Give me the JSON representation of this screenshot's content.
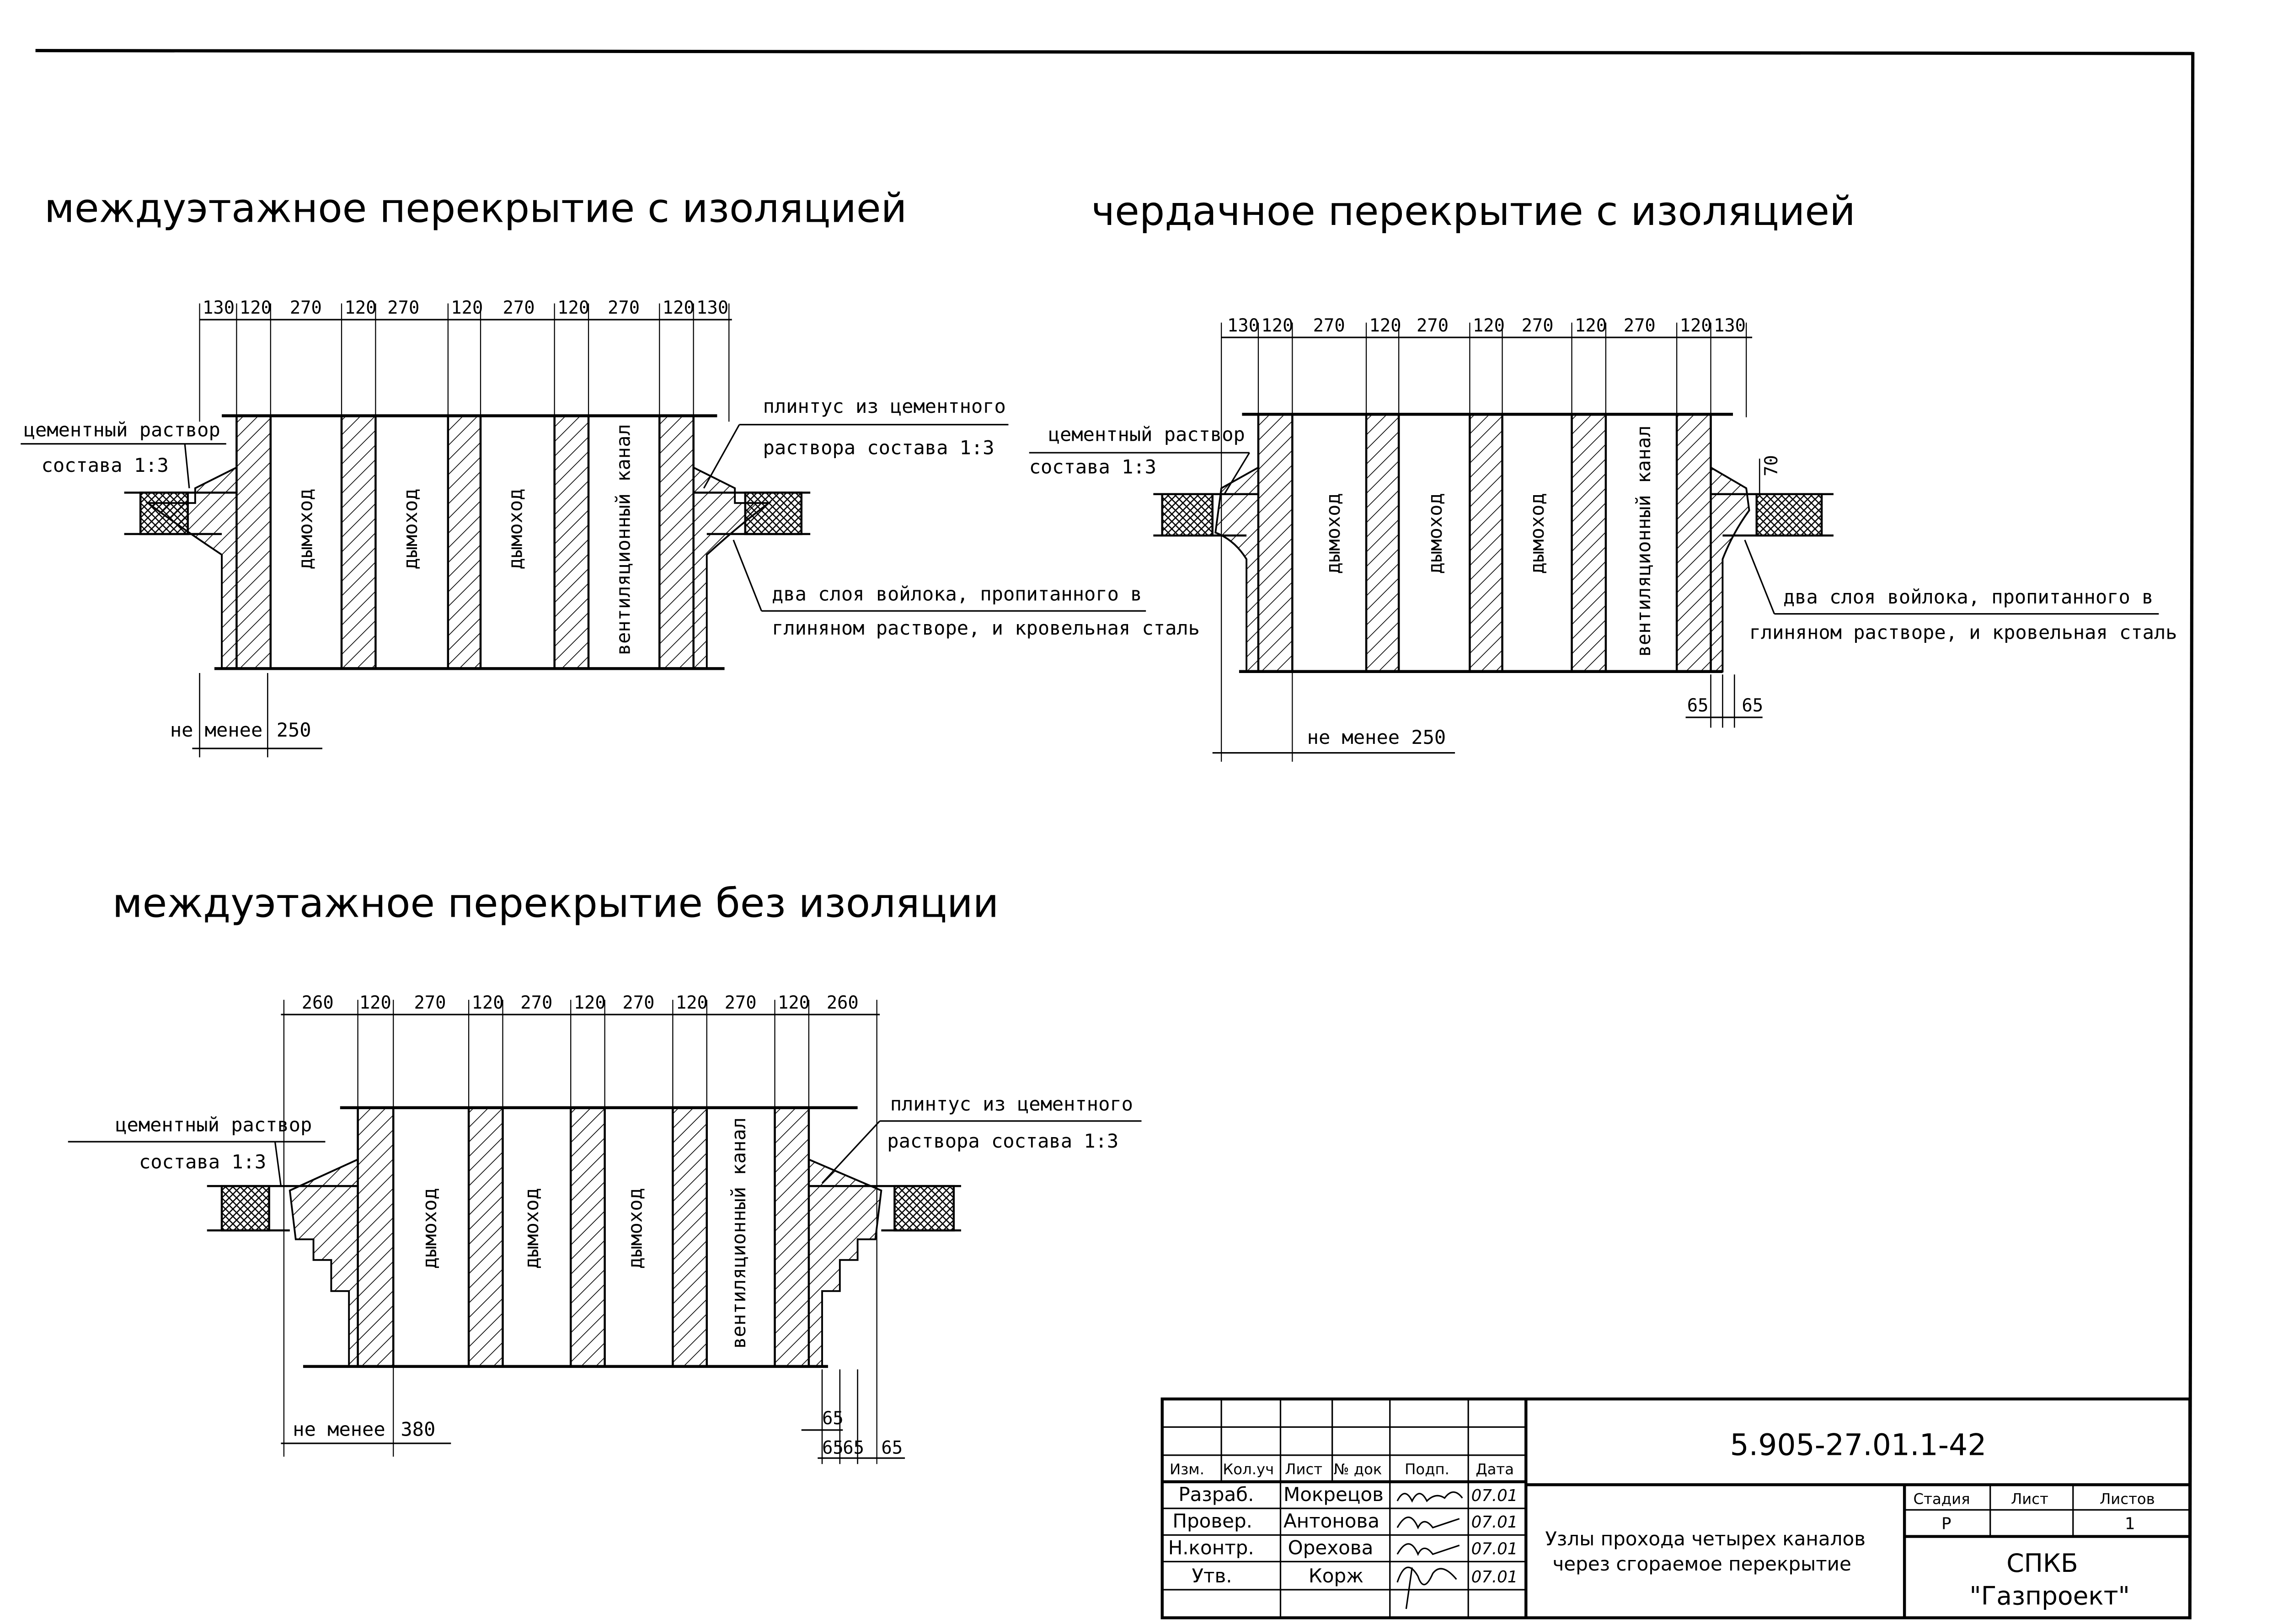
{
  "views": [
    {
      "title": "междуэтажное перекрытие с изоляцией",
      "dims_top": [
        "130",
        "120",
        "270",
        "120",
        "270",
        "120",
        "270",
        "120",
        "270",
        "120",
        "130"
      ],
      "channels": [
        "дымоход",
        "дымоход",
        "дымоход",
        "вентиляционный канал"
      ],
      "note_left": [
        "цементный раствор",
        "состава 1:3"
      ],
      "note_right_top": [
        "плинтус из цементного",
        "раствора состава 1:3"
      ],
      "note_right_bottom": [
        "два слоя войлока, пропитанного в",
        "глиняном растворе, и кровельная сталь"
      ],
      "bottom_dim": [
        "не менее",
        "250"
      ]
    },
    {
      "title": "чердачное перекрытие с изоляцией",
      "dims_top": [
        "130",
        "120",
        "270",
        "120",
        "270",
        "120",
        "270",
        "120",
        "270",
        "120",
        "130"
      ],
      "channels": [
        "дымоход",
        "дымоход",
        "дымоход",
        "вентиляционный канал"
      ],
      "note_left": [
        "цементный раствор",
        "состава 1:3"
      ],
      "note_right_bottom": [
        "два слоя войлока, пропитанного в",
        "глиняном растворе, и кровельная сталь"
      ],
      "bottom_dim": [
        "не менее 250"
      ],
      "dims_extra": [
        "70",
        "65",
        "65"
      ]
    },
    {
      "title": "междуэтажное перекрытие без изоляции",
      "dims_top": [
        "260",
        "120",
        "270",
        "120",
        "270",
        "120",
        "270",
        "120",
        "270",
        "120",
        "260"
      ],
      "channels": [
        "дымоход",
        "дымоход",
        "дымоход",
        "вентиляционный канал"
      ],
      "note_left": [
        "цементный раствор",
        "состава 1:3"
      ],
      "note_right_top": [
        "плинтус из цементного",
        "раствора состава 1:3"
      ],
      "bottom_dim": [
        "не менее",
        "380"
      ],
      "dims_extra": [
        "65",
        "65",
        "65",
        "65"
      ]
    }
  ],
  "stamp": {
    "code": "5.905-27.01.1-42",
    "headers": [
      "Изм.",
      "Кол.уч",
      "Лист",
      "№ док",
      "Подп.",
      "Дата"
    ],
    "rows": [
      {
        "role": "Разраб.",
        "name": "Мокрецов",
        "date": "07.01"
      },
      {
        "role": "Провер.",
        "name": "Антонова",
        "date": "07.01"
      },
      {
        "role": "Н.контр.",
        "name": "Орехова",
        "date": "07.01"
      },
      {
        "role": "Утв.",
        "name": "Корж",
        "date": "07.01"
      }
    ],
    "description": [
      "Узлы прохода четырех каналов",
      "через сгораемое перекрытие"
    ],
    "stage_label": "Стадия",
    "sheet_label": "Лист",
    "sheets_label": "Листов",
    "stage": "Р",
    "sheets": "1",
    "org": [
      "СПКБ",
      "\"Газпроект\""
    ]
  }
}
